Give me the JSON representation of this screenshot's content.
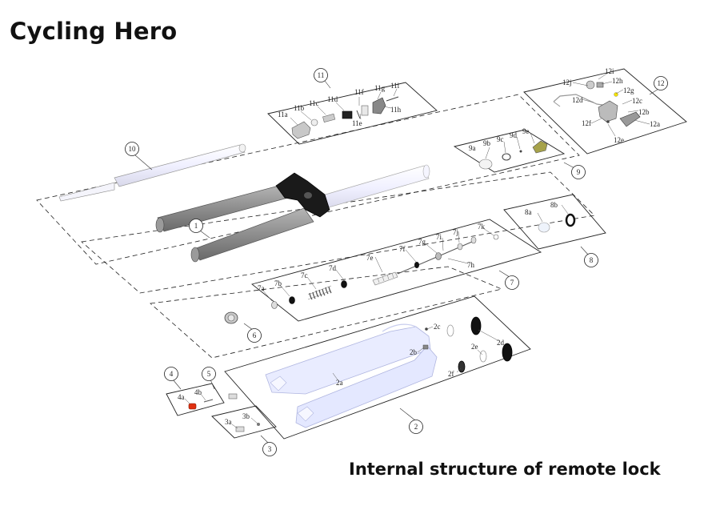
{
  "brand": "Cycling Hero",
  "caption": "Internal structure of remote lock",
  "callouts": [
    "1",
    "2",
    "3",
    "4",
    "5",
    "6",
    "7",
    "8",
    "9",
    "10",
    "11",
    "12"
  ],
  "labels": {
    "l11a": "11a",
    "l11b": "11b",
    "l11c": "11c",
    "l11d": "11d",
    "l11e": "11e",
    "l11f": "11f",
    "l11g": "11g",
    "l11h": "11h",
    "l11i": "11i",
    "l12a": "12a",
    "l12b": "12b",
    "l12c": "12c",
    "l12d": "12d",
    "l12e": "12e",
    "l12f": "12f",
    "l12g": "12g",
    "l12h": "12h",
    "l12i": "12i",
    "l12j": "12j",
    "l9a": "9a",
    "l9b": "9b",
    "l9c": "9c",
    "l9d": "9d",
    "l9e": "9e",
    "l8a": "8a",
    "l8b": "8b",
    "l7a": "7a",
    "l7b": "7b",
    "l7c": "7c",
    "l7d": "7d",
    "l7e": "7e",
    "l7f": "7f",
    "l7g": "7g",
    "l7h": "7h",
    "l7i": "7i",
    "l7j": "7j",
    "l7k": "7k",
    "l2a": "2a",
    "l2b": "2b",
    "l2c": "2c",
    "l2d": "2d",
    "l2e": "2e",
    "l2f": "2f",
    "l3a": "3a",
    "l3b": "3b",
    "l4a": "4a",
    "l4b": "4b"
  },
  "colors": {
    "line": "#222222",
    "tube_grey": "#8a8a8a",
    "lower_leg": "#e8ebff",
    "accent_red": "#e03010"
  }
}
